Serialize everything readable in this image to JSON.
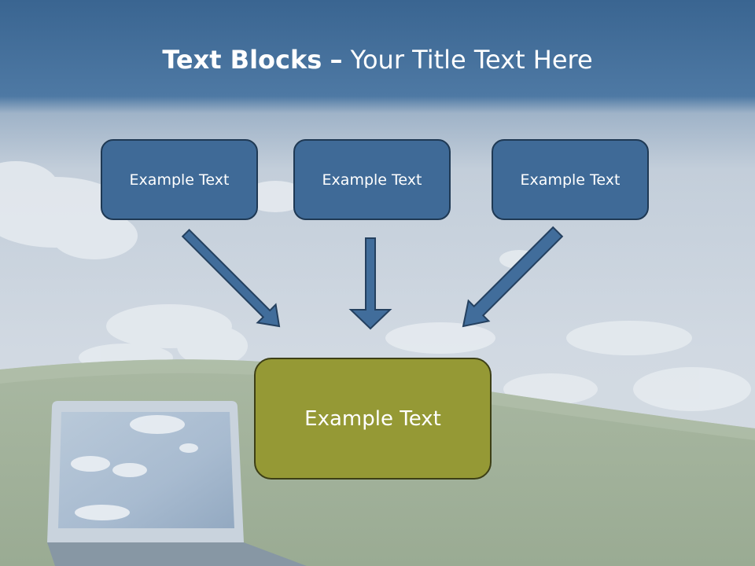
{
  "title": {
    "bold": "Text Blocks",
    "separator": "–",
    "rest": "Your Title Text Here"
  },
  "top_boxes": [
    {
      "label": "Example Text"
    },
    {
      "label": "Example Text"
    },
    {
      "label": "Example Text"
    }
  ],
  "bottom_box": {
    "label": "Example Text"
  },
  "colors": {
    "top_box_fill": "#3f6a97",
    "top_box_border": "#1f3954",
    "bottom_box_fill": "#959935",
    "arrow_fill": "#416d9b",
    "header_band": "#3a6591"
  }
}
